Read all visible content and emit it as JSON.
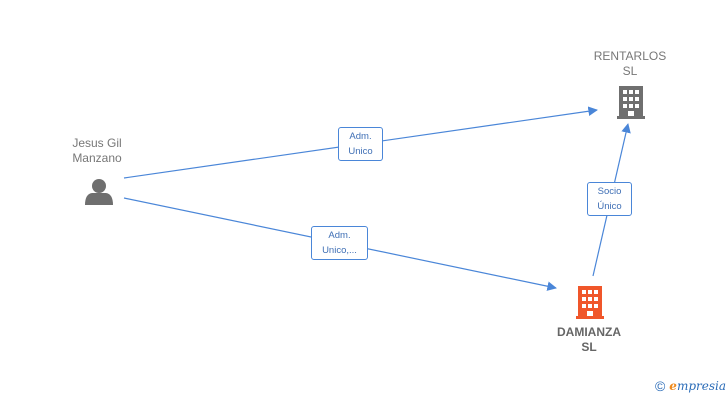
{
  "nodes": {
    "person": {
      "line1": "Jesus Gil",
      "line2": "Manzano",
      "icon": "person-icon",
      "color": "#777777"
    },
    "rentarlos": {
      "line1": "RENTARLOS",
      "line2": "SL",
      "icon": "building-icon",
      "color": "#777777"
    },
    "damianza": {
      "line1": "DAMIANZA",
      "line2": "SL",
      "icon": "building-icon",
      "color": "#f0562a"
    }
  },
  "edges": {
    "person_to_rentarlos": {
      "line1": "Adm.",
      "line2": "Unico"
    },
    "person_to_damianza": {
      "line1": "Adm.",
      "line2": "Unico,..."
    },
    "damianza_to_rentarlos": {
      "line1": "Socio",
      "line2": "Único"
    }
  },
  "edge_color": "#4a86d8",
  "watermark": {
    "symbol": "©",
    "brand_first": "e",
    "brand_rest": "mpresia"
  }
}
